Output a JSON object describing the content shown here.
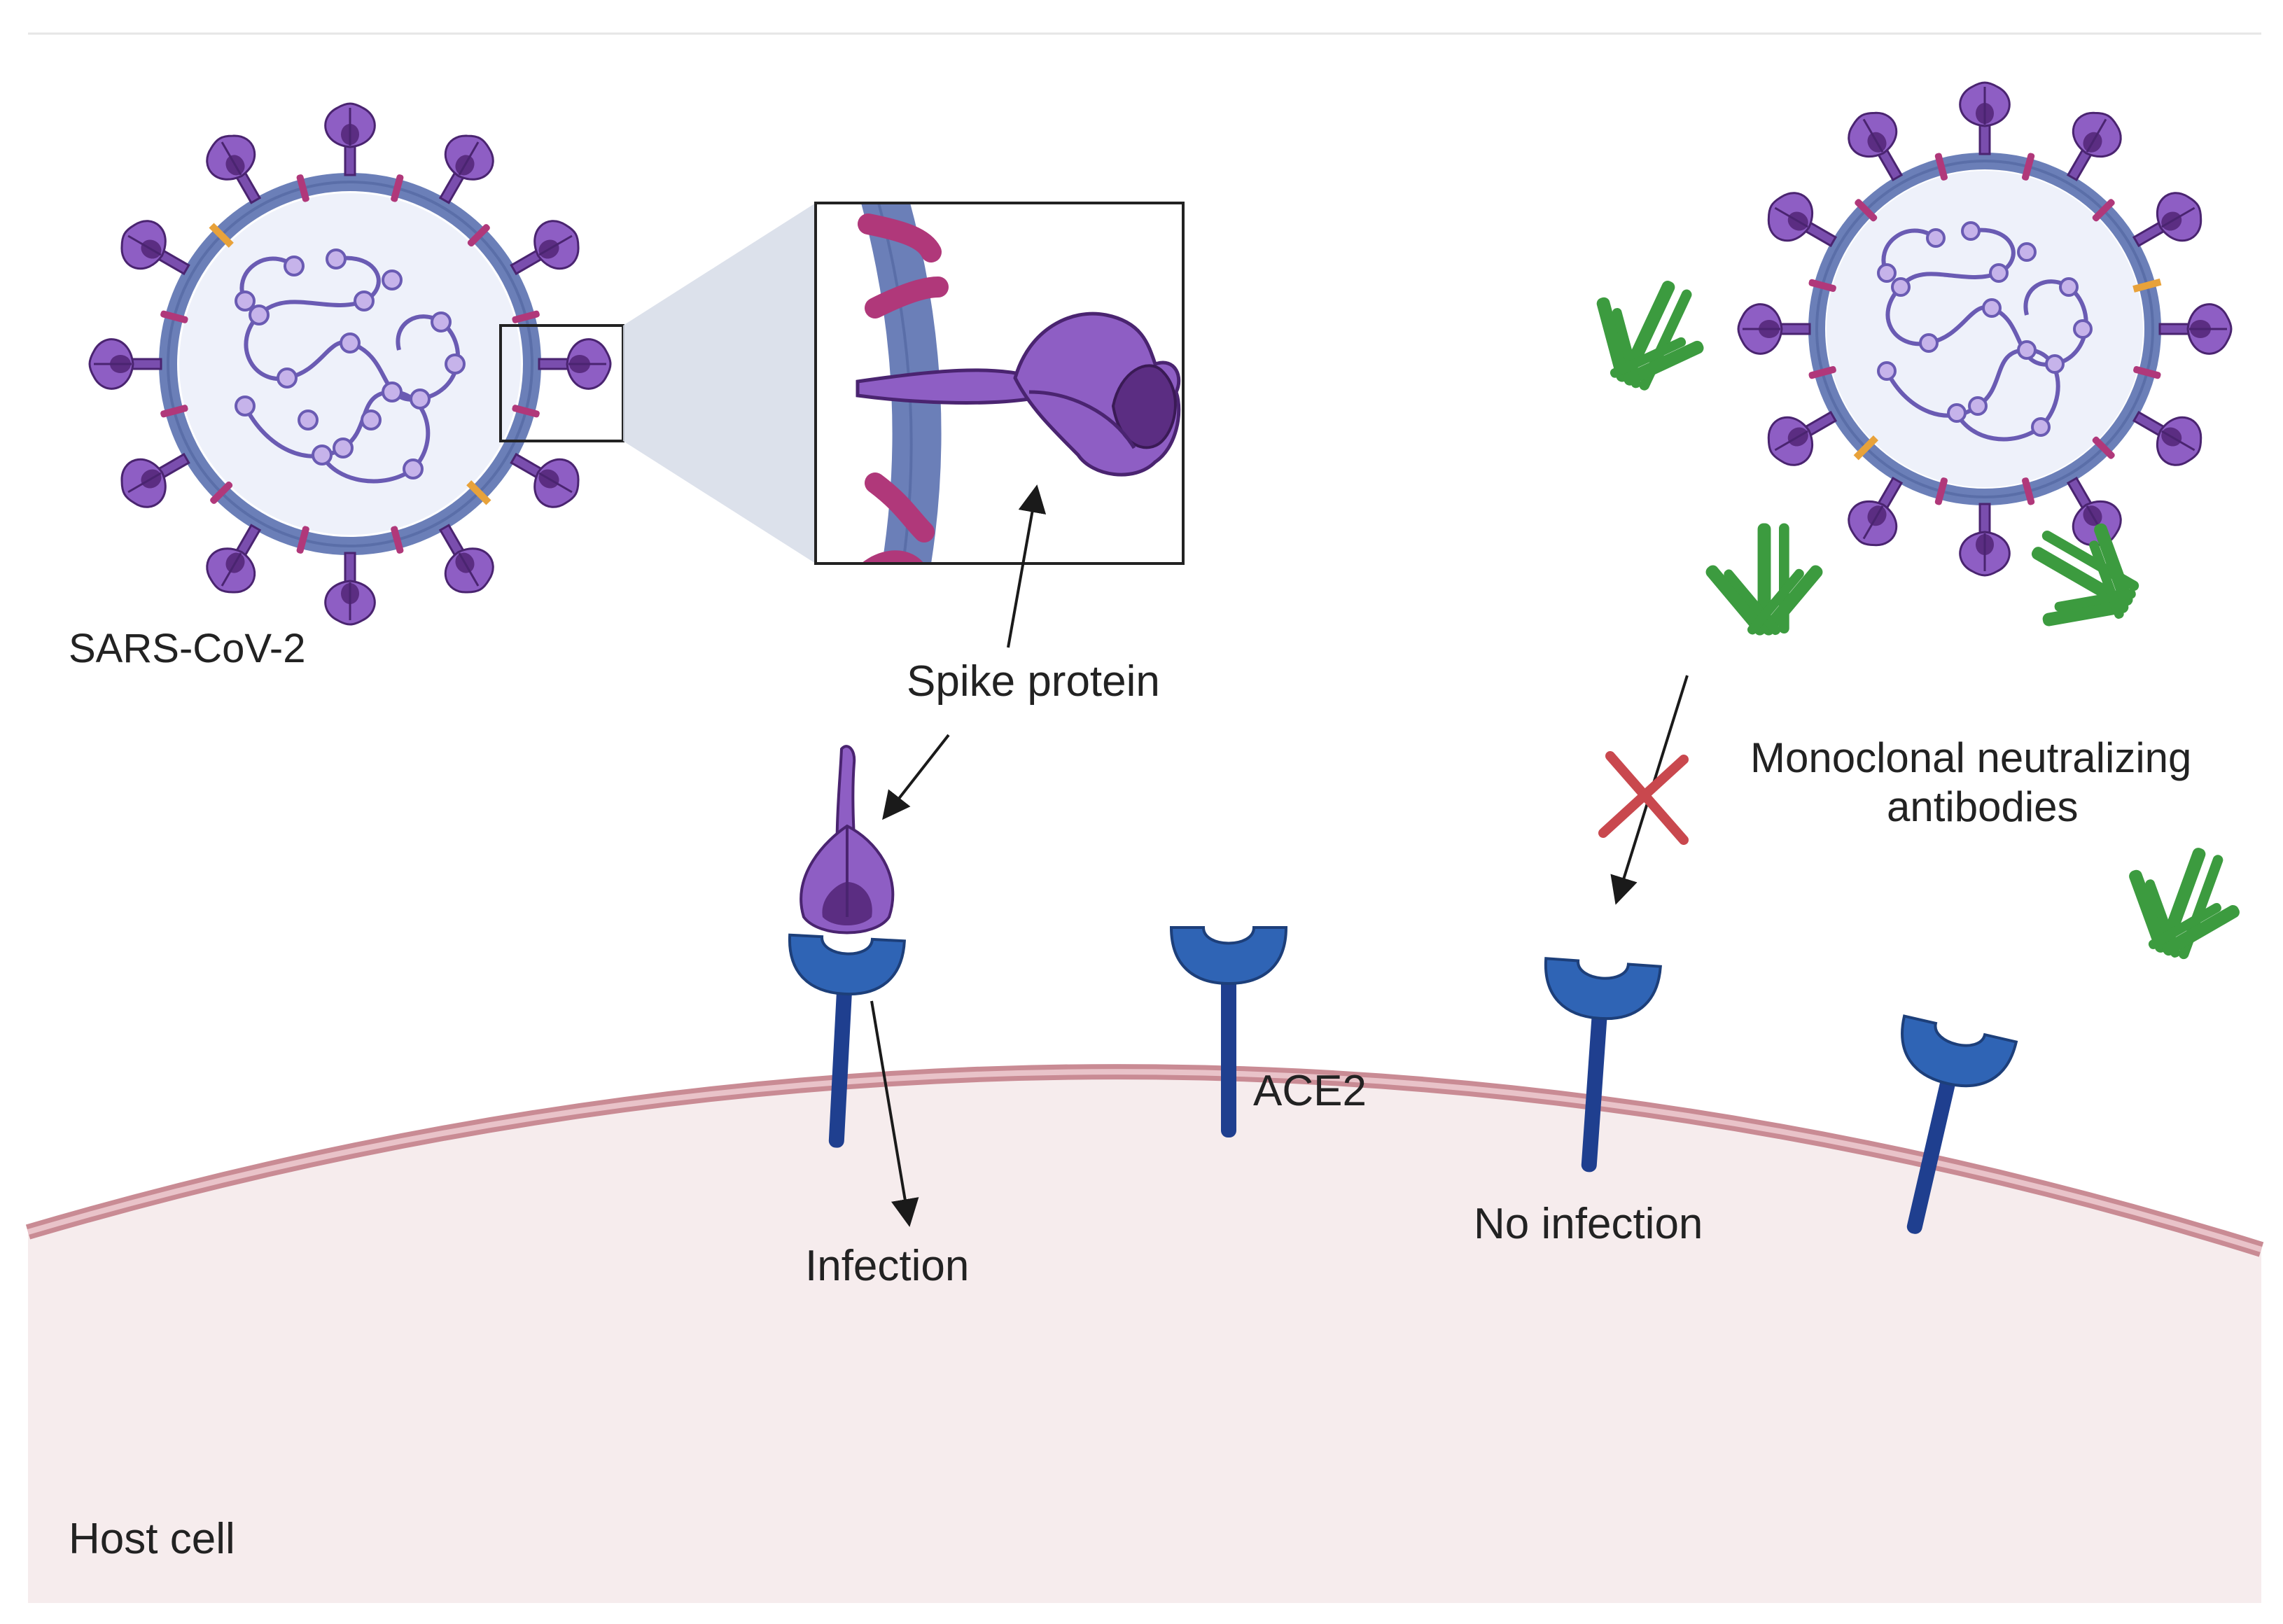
{
  "labels": {
    "virus": "SARS-CoV-2",
    "spike": "Spike protein",
    "antibodies_line1": "Monoclonal neutralizing",
    "antibodies_line2": "antibodies",
    "ace2": "ACE2",
    "infection": "Infection",
    "no_infection": "No infection",
    "host_cell": "Host cell"
  },
  "colors": {
    "spike_purple": "#8e5ec4",
    "spike_dark": "#5b2d82",
    "envelope_blue": "#6b7fb8",
    "virus_interior": "#eef1fa",
    "rna": "#6a5bb3",
    "membrane_protein": "#b0387a",
    "antibody_green": "#3c9b3f",
    "ace2_blue": "#2f64b5",
    "ace2_stem": "#1f3f8f",
    "cell_fill": "#f6eced",
    "cell_membrane": "#c98b94",
    "block_x_red": "#c9484e",
    "arrow": "#1a1a1a"
  },
  "icons": [
    "virus-icon",
    "spike-protein-icon",
    "antibody-icon",
    "ace2-receptor-icon",
    "block-x-icon",
    "arrow-icon"
  ]
}
